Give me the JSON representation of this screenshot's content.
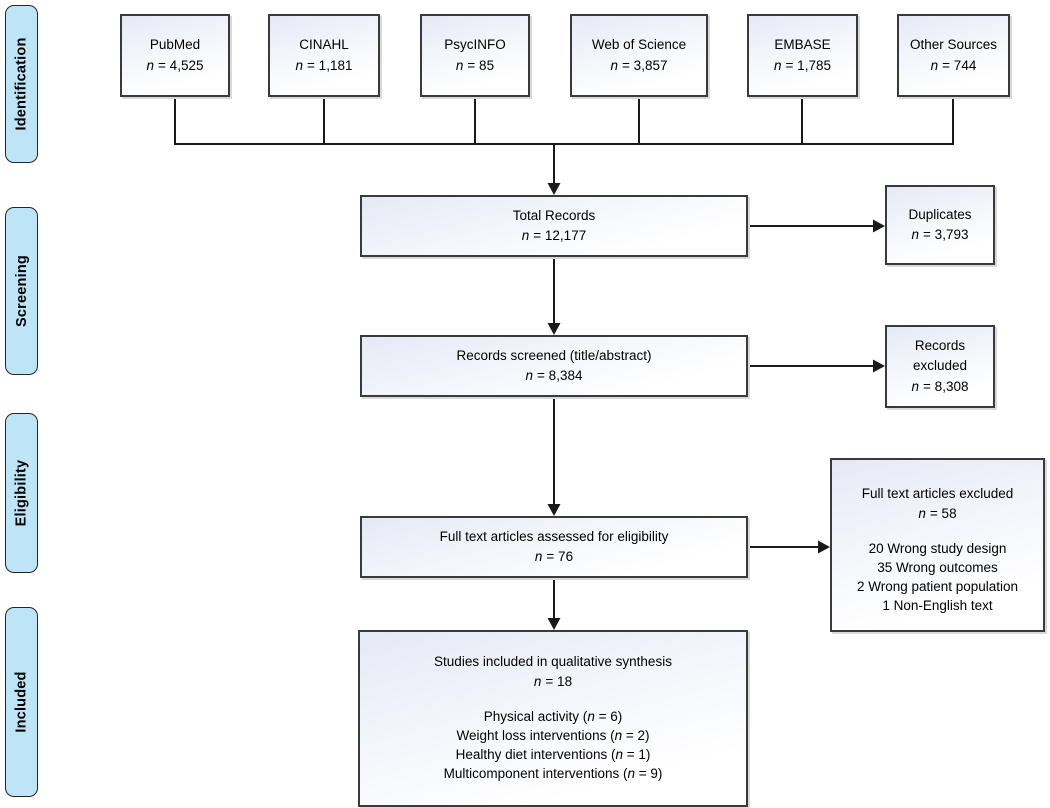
{
  "stages": [
    {
      "label": "Identification"
    },
    {
      "label": "Screening"
    },
    {
      "label": "Eligibility"
    },
    {
      "label": "Included"
    }
  ],
  "sources": [
    {
      "name": "PubMed",
      "n_label": "n",
      "count": "= 4,525"
    },
    {
      "name": "CINAHL",
      "n_label": "n",
      "count": "= 1,181"
    },
    {
      "name": "PsycINFO",
      "n_label": "n",
      "count": "= 85"
    },
    {
      "name": "Web of Science",
      "n_label": "n",
      "count": "= 3,857"
    },
    {
      "name": "EMBASE",
      "n_label": "n",
      "count": "= 1,785"
    },
    {
      "name": "Other Sources",
      "n_label": "n",
      "count": "= 744"
    }
  ],
  "flow": {
    "total": {
      "title": "Total Records",
      "n_label": "n",
      "count": "= 12,177"
    },
    "screened": {
      "title": "Records screened (title/abstract)",
      "n_label": "n",
      "count": "= 8,384"
    },
    "fulltext": {
      "title": "Full text articles assessed for eligibility",
      "n_label": "n",
      "count": "= 76"
    },
    "included": {
      "title": "Studies included in qualitative synthesis",
      "n_label": "n",
      "count": "= 18",
      "items": [
        {
          "pre": "Physical activity (",
          "n_label": "n",
          "post": " = 6)"
        },
        {
          "pre": "Weight loss interventions (",
          "n_label": "n",
          "post": " = 2)"
        },
        {
          "pre": "Healthy diet interventions (",
          "n_label": "n",
          "post": " = 1)"
        },
        {
          "pre": "Multicomponent interventions (",
          "n_label": "n",
          "post": " = 9)"
        }
      ]
    }
  },
  "side": {
    "duplicates": {
      "title": "Duplicates",
      "n_label": "n",
      "count": "= 3,793"
    },
    "records_excluded": {
      "title": "Records excluded",
      "n_label": "n",
      "count": "= 8,308"
    },
    "fulltext_excluded": {
      "title": "Full text articles excluded",
      "n_label": "n",
      "count": "= 58",
      "reasons": [
        "20 Wrong study design",
        "35 Wrong outcomes",
        "2 Wrong patient population",
        "1 Non-English text"
      ]
    }
  },
  "colors": {
    "stage_bg": "#bee5f7",
    "box_border": "#3a3a3a",
    "line": "#1a1a1a"
  }
}
